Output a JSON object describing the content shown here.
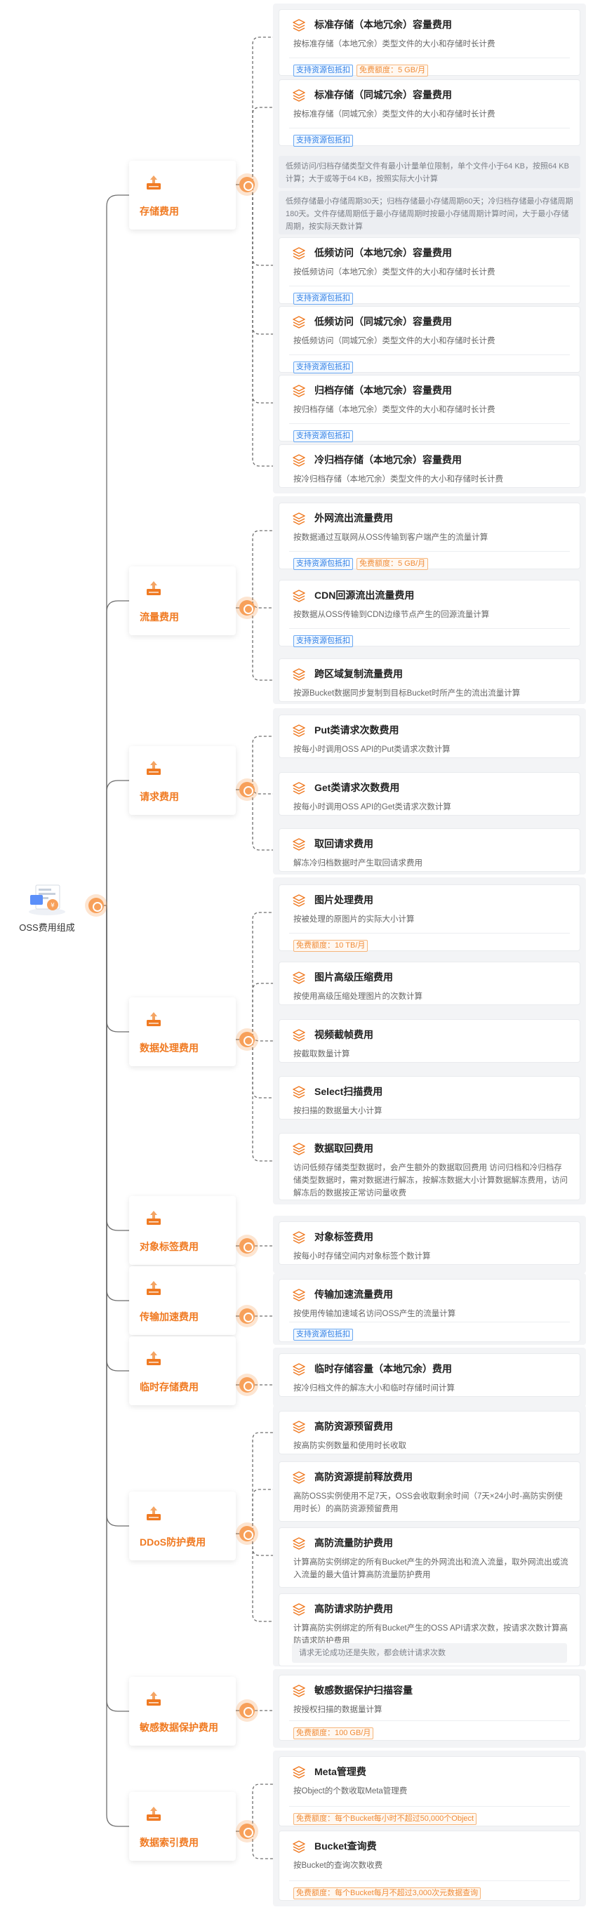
{
  "root": {
    "title": "OSS费用组成"
  },
  "categories": [
    {
      "label": "存储费用"
    },
    {
      "label": "流量费用"
    },
    {
      "label": "请求费用"
    },
    {
      "label": "数据处理费用"
    },
    {
      "label": "对象标签费用"
    },
    {
      "label": "传输加速费用"
    },
    {
      "label": "临时存储费用"
    },
    {
      "label": "DDoS防护费用"
    },
    {
      "label": "敏感数据保护费用"
    },
    {
      "label": "数据索引费用"
    }
  ],
  "notes": [
    "低频访问/归档存储类型文件有最小计量单位限制，单个文件小于64 KB，按照64 KB计算；大于或等于64 KB，按照实际大小计算",
    "低频存储最小存储周期30天；归档存储最小存储周期60天；冷归档存储最小存储周期180天。文件存储周期低于最小存储周期时按最小存储周期计算时间，大于最小存储周期，按实际天数计算"
  ],
  "cards": [
    {
      "title": "标准存储（本地冗余）容量费用",
      "desc": "按标准存储（本地冗余）类型文件的大小和存储时长计费",
      "tags": [
        {
          "text": "支持资源包抵扣",
          "color": "blue"
        },
        {
          "text": "免费额度：5 GB/月",
          "color": "orange"
        }
      ]
    },
    {
      "title": "标准存储（同城冗余）容量费用",
      "desc": "按标准存储（同城冗余）类型文件的大小和存储时长计费",
      "tags": [
        {
          "text": "支持资源包抵扣",
          "color": "blue"
        }
      ]
    },
    {
      "title": "低频访问（本地冗余）容量费用",
      "desc": "按低频访问（本地冗余）类型文件的大小和存储时长计费",
      "tags": [
        {
          "text": "支持资源包抵扣",
          "color": "blue"
        }
      ]
    },
    {
      "title": "低频访问（同城冗余）容量费用",
      "desc": "按低频访问（同城冗余）类型文件的大小和存储时长计费",
      "tags": [
        {
          "text": "支持资源包抵扣",
          "color": "blue"
        }
      ]
    },
    {
      "title": "归档存储（本地冗余）容量费用",
      "desc": "按归档存储（本地冗余）类型文件的大小和存储时长计费",
      "tags": [
        {
          "text": "支持资源包抵扣",
          "color": "blue"
        }
      ]
    },
    {
      "title": "冷归档存储（本地冗余）容量费用",
      "desc": "按冷归档存储（本地冗余）类型文件的大小和存储时长计费",
      "tags": []
    },
    {
      "title": "外网流出流量费用",
      "desc": "按数据通过互联网从OSS传输到客户端产生的流量计算",
      "tags": [
        {
          "text": "支持资源包抵扣",
          "color": "blue"
        },
        {
          "text": "免费额度：5 GB/月",
          "color": "orange"
        }
      ]
    },
    {
      "title": "CDN回源流出流量费用",
      "desc": "按数据从OSS传输到CDN边缘节点产生的回源流量计算",
      "tags": [
        {
          "text": "支持资源包抵扣",
          "color": "blue"
        }
      ]
    },
    {
      "title": "跨区域复制流量费用",
      "desc": "按源Bucket数据同步复制到目标Bucket时所产生的流出流量计算",
      "tags": []
    },
    {
      "title": "Put类请求次数费用",
      "desc": "按每小时调用OSS API的Put类请求次数计算",
      "tags": []
    },
    {
      "title": "Get类请求次数费用",
      "desc": "按每小时调用OSS API的Get类请求次数计算",
      "tags": []
    },
    {
      "title": "取回请求费用",
      "desc": "解冻冷归档数据时产生取回请求费用",
      "tags": []
    },
    {
      "title": "图片处理费用",
      "desc": "按被处理的原图片的实际大小计算",
      "tags": [
        {
          "text": "免费额度：10 TB/月",
          "color": "orange"
        }
      ]
    },
    {
      "title": "图片高级压缩费用",
      "desc": "按使用高级压缩处理图片的次数计算",
      "tags": []
    },
    {
      "title": "视频截帧费用",
      "desc": "按截取数量计算",
      "tags": []
    },
    {
      "title": "Select扫描费用",
      "desc": "按扫描的数据量大小计算",
      "tags": []
    },
    {
      "title": "数据取回费用",
      "desc": "访问低频存储类型数据时，会产生额外的数据取回费用 访问归档和冷归档存储类型数据时，需对数据进行解冻，按解冻数据大小计算数据解冻费用，访问解冻后的数据按正常访问量收费",
      "tags": []
    },
    {
      "title": "对象标签费用",
      "desc": "按每小时存储空间内对象标签个数计算",
      "tags": []
    },
    {
      "title": "传输加速流量费用",
      "desc": "按使用传输加速域名访问OSS产生的流量计算",
      "tags": [
        {
          "text": "支持资源包抵扣",
          "color": "blue"
        }
      ]
    },
    {
      "title": "临时存储容量（本地冗余）费用",
      "desc": "按冷归档文件的解冻大小和临时存储时间计算",
      "tags": []
    },
    {
      "title": "高防资源预留费用",
      "desc": "按高防实例数量和使用时长收取",
      "tags": []
    },
    {
      "title": "高防资源提前释放费用",
      "desc": "高防OSS实例使用不足7天，OSS会收取剩余时间（7天×24小时-高防实例使用时长）的高防资源预留费用",
      "tags": []
    },
    {
      "title": "高防流量防护费用",
      "desc": "计算高防实例绑定的所有Bucket产生的外网流出和流入流量，取外网流出或流入流量的最大值计算高防流量防护费用",
      "tags": []
    },
    {
      "title": "高防请求防护费用",
      "desc": "计算高防实例绑定的所有Bucket产生的OSS API请求次数，按请求次数计算高防请求防护费用",
      "tags": [],
      "note": "请求无论成功还是失败，都会统计请求次数"
    },
    {
      "title": "敏感数据保护扫描容量",
      "desc": "按授权扫描的数据量计算",
      "tags": [
        {
          "text": "免费额度：100 GB/月",
          "color": "orange"
        }
      ]
    },
    {
      "title": "Meta管理费",
      "desc": "按Object的个数收取Meta管理费",
      "tags": [
        {
          "text": "免费额度：每个Bucket每小时不超过50,000个Object",
          "color": "orange"
        }
      ]
    },
    {
      "title": "Bucket查询费",
      "desc": "按Bucket的查询次数收费",
      "tags": [
        {
          "text": "免费额度：每个Bucket每月不超过3,000次元数据查询",
          "color": "orange"
        }
      ]
    }
  ],
  "colors": {
    "accent": "#f07a22",
    "dot": "#f7a05a",
    "tag_blue": "#2f7fe6",
    "tag_orange": "#f08c38",
    "panel": "#f3f4f6"
  }
}
